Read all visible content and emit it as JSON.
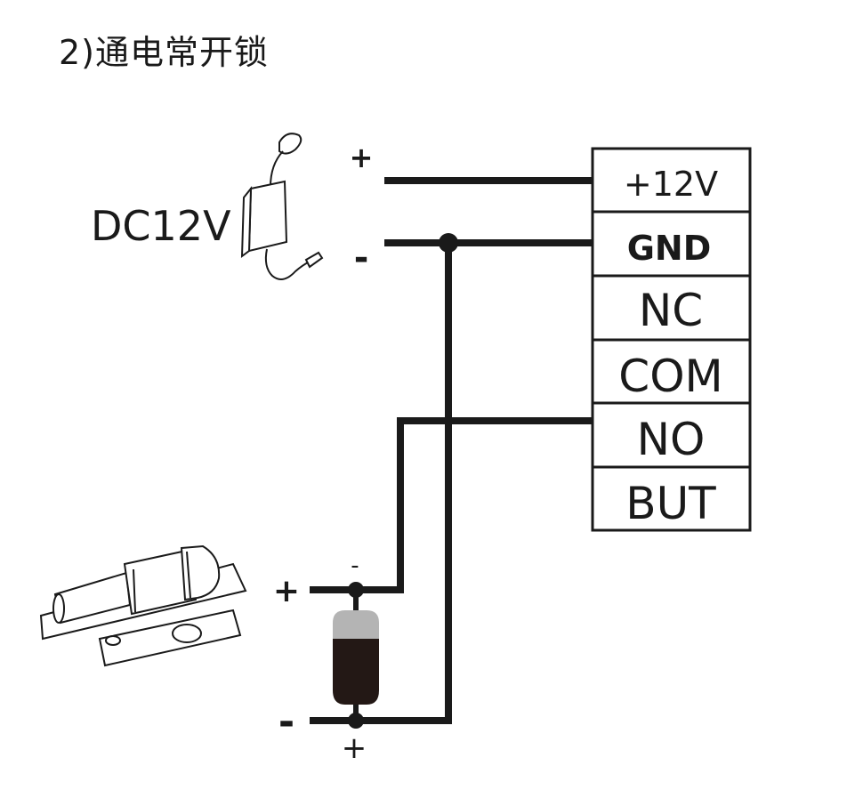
{
  "title": "2)通电常开锁",
  "power_supply": {
    "label": "DC12V",
    "icon": "power-adapter-icon",
    "plus": "+",
    "minus": "-"
  },
  "terminal_block": {
    "terminals": [
      "+12V",
      "GND",
      "NC",
      "COM",
      "NO",
      "BUT"
    ]
  },
  "lock": {
    "icon": "bolt-lock-icon",
    "plus": "+",
    "minus": "-"
  },
  "diode": {
    "icon": "diode-icon",
    "top_label": "-",
    "bottom_label": "+"
  },
  "colors": {
    "line": "#1a1a1a",
    "diode_body": "#231815",
    "diode_band": "#b4b4b4"
  }
}
